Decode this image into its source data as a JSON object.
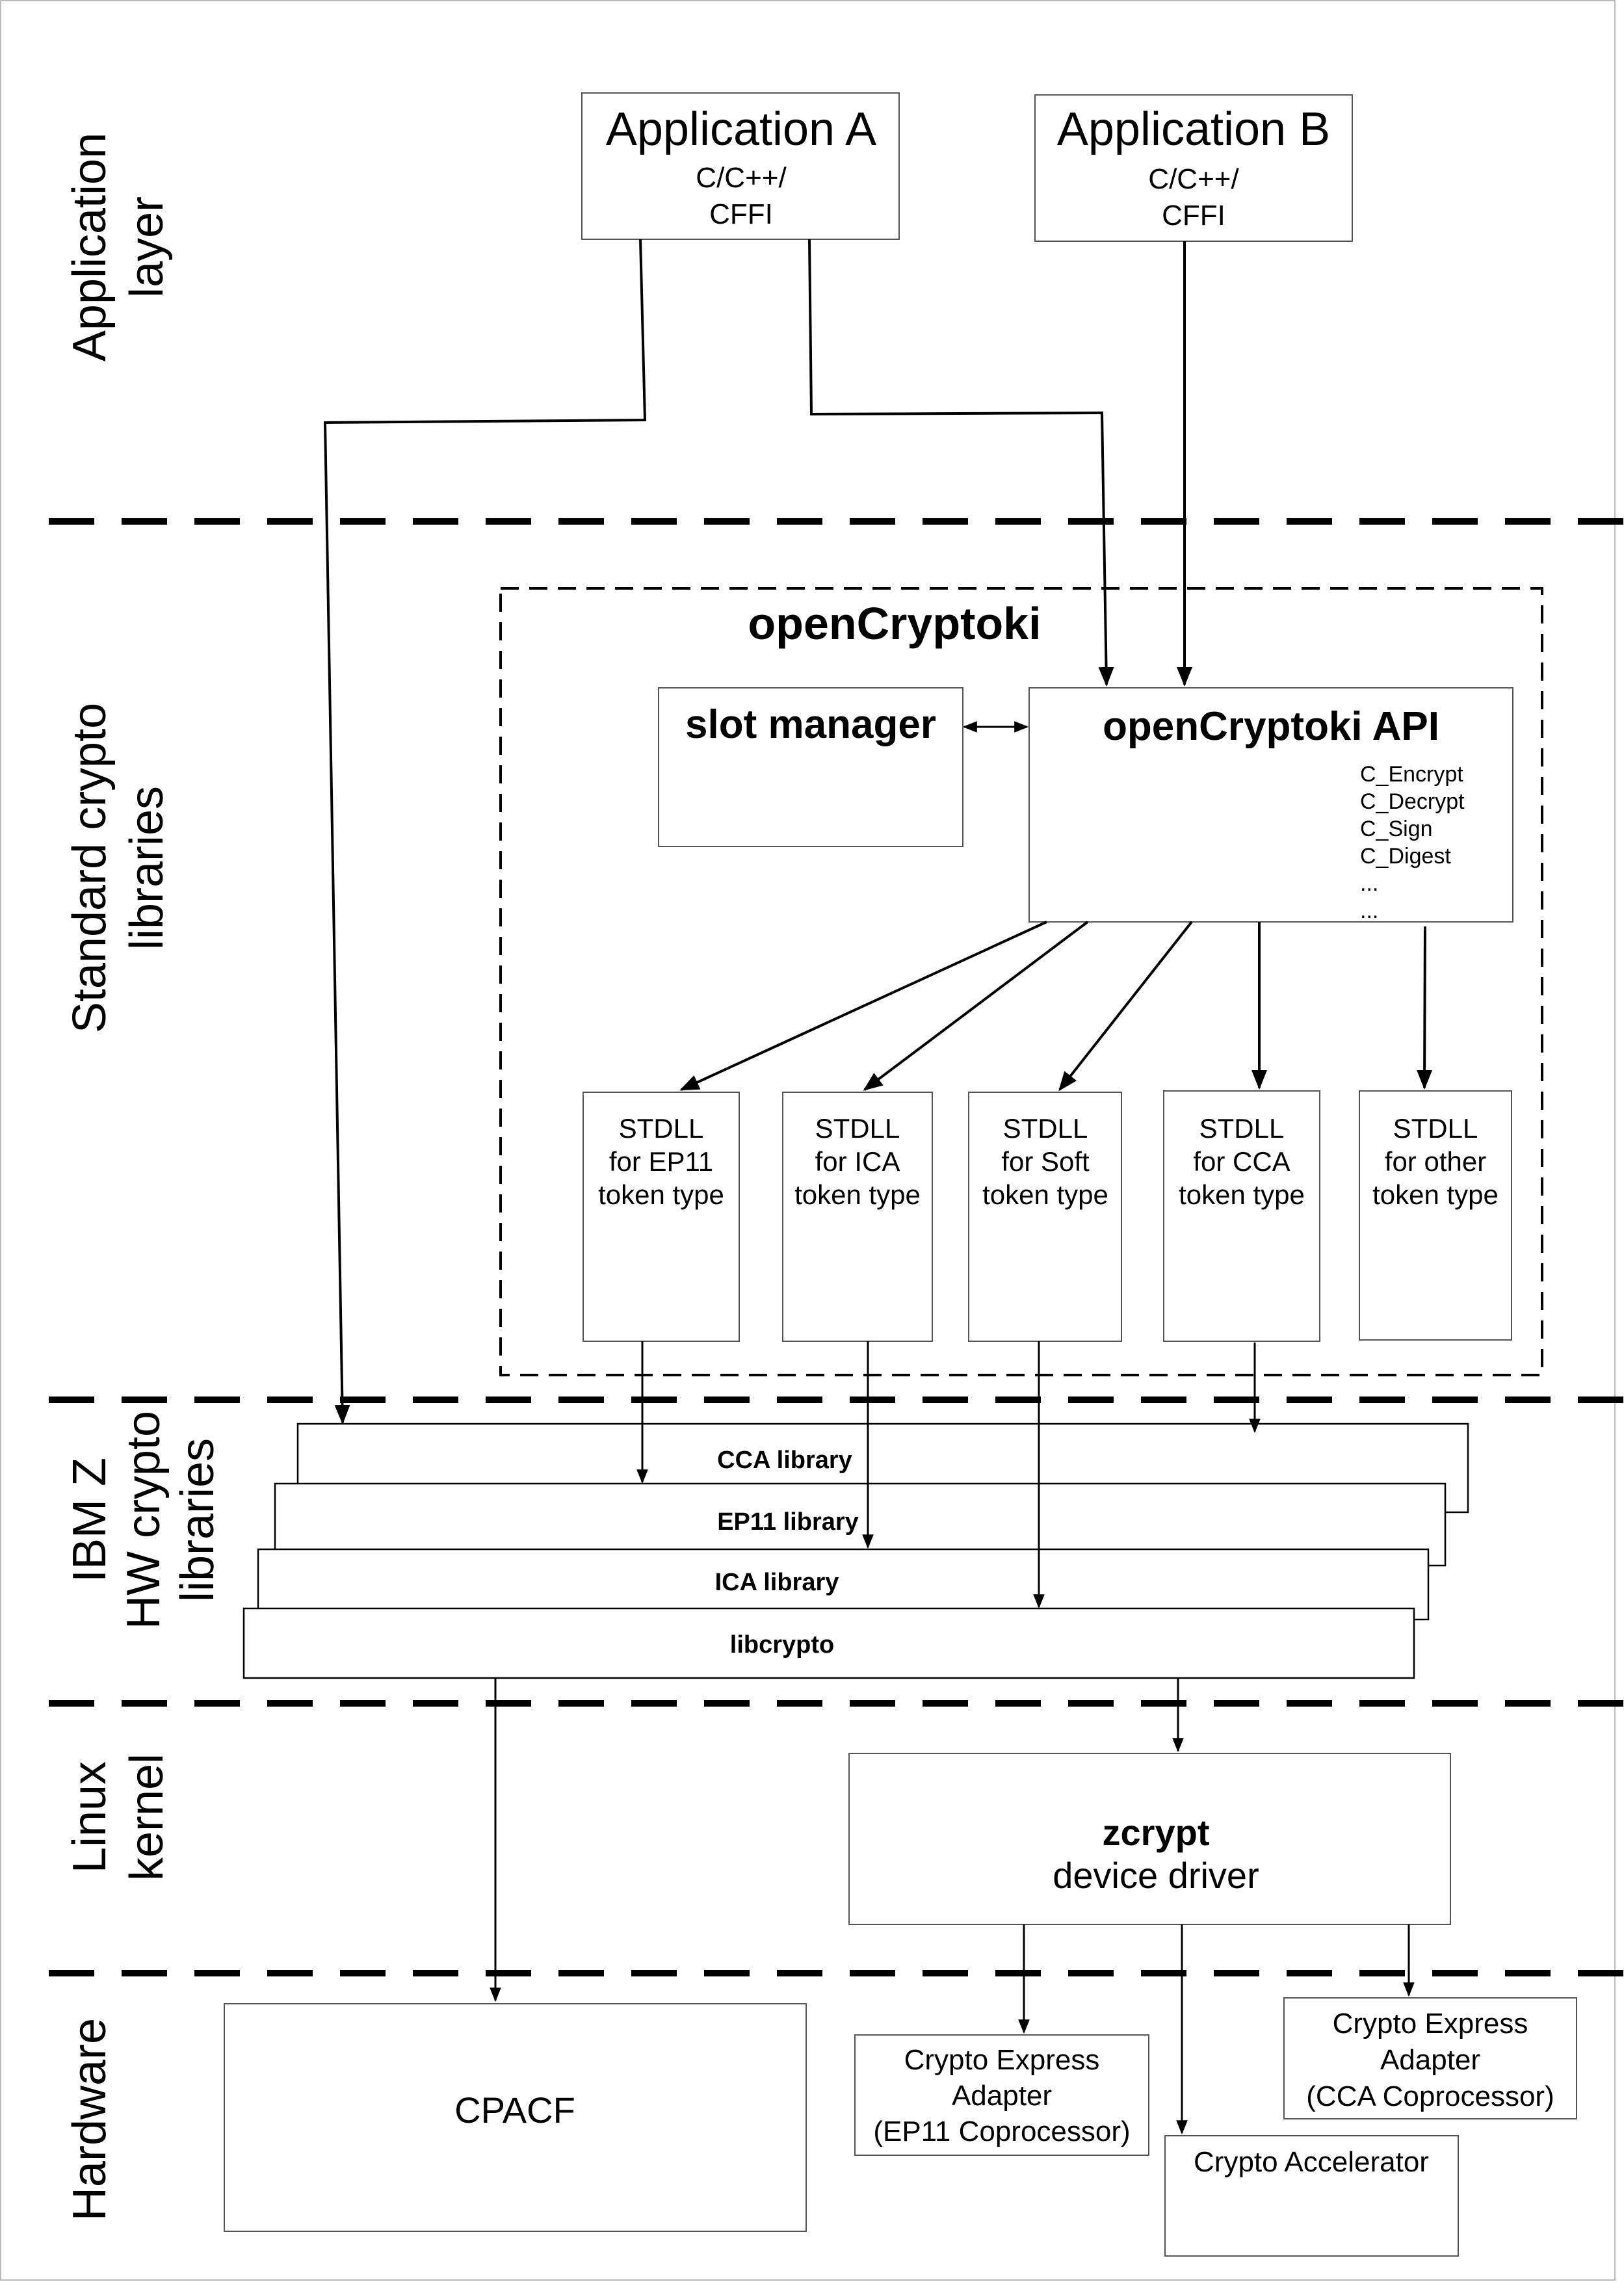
{
  "layers": {
    "application": [
      "Application",
      "layer"
    ],
    "standard": [
      "Standard crypto",
      "libraries"
    ],
    "ibmz": [
      "IBM Z",
      "HW crypto",
      "libraries"
    ],
    "kernel": [
      "Linux",
      "kernel"
    ],
    "hardware": "Hardware"
  },
  "apps": [
    {
      "title": "Application A",
      "lines": [
        "C/C++/",
        "CFFI"
      ]
    },
    {
      "title": "Application B",
      "lines": [
        "C/C++/",
        "CFFI"
      ]
    }
  ],
  "opencryptoki": {
    "title": "openCryptoki",
    "slot_manager": "slot manager",
    "api": {
      "title": "openCryptoki API",
      "functions": [
        "C_Encrypt",
        "C_Decrypt",
        "C_Sign",
        "C_Digest",
        "...",
        "..."
      ]
    },
    "stdlls": [
      [
        "STDLL",
        "for EP11",
        "token type"
      ],
      [
        "STDLL",
        "for ICA",
        "token type"
      ],
      [
        "STDLL",
        "for Soft",
        "token type"
      ],
      [
        "STDLL",
        "for CCA",
        "token type"
      ],
      [
        "STDLL",
        "for other",
        "token type"
      ]
    ]
  },
  "hw_libraries": [
    "CCA library",
    "EP11 library",
    "ICA library",
    "libcrypto"
  ],
  "kernel": {
    "title": "zcrypt",
    "subtitle": "device driver"
  },
  "hardware": {
    "cpacf": "CPACF",
    "ep11_adapter": [
      "Crypto Express",
      "Adapter",
      "(EP11 Coprocessor)"
    ],
    "accelerator": "Crypto Accelerator",
    "cca_adapter": [
      "Crypto Express",
      "Adapter",
      "(CCA Coprocessor)"
    ]
  }
}
